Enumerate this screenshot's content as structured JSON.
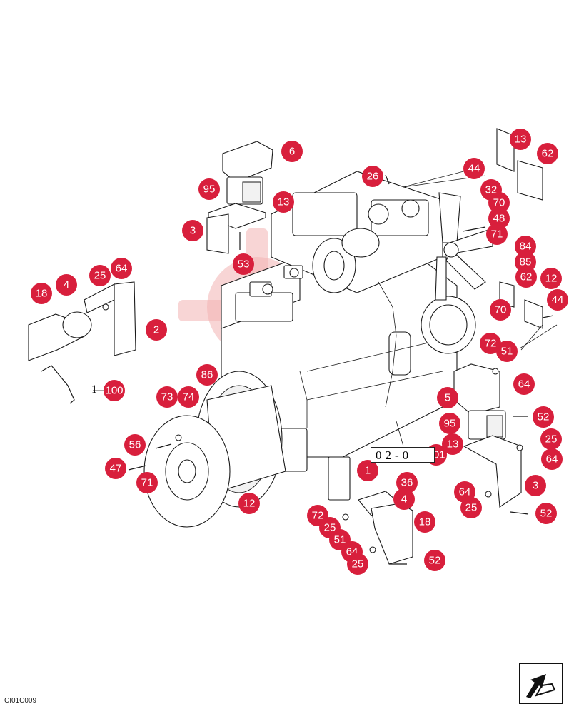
{
  "figure_code": "CI01C009",
  "reference_box_text": "02-0",
  "side_label_100": "1",
  "callouts": [
    {
      "label": "6"
    },
    {
      "label": "95"
    },
    {
      "label": "13"
    },
    {
      "label": "3"
    },
    {
      "label": "53"
    },
    {
      "label": "26"
    },
    {
      "label": "13"
    },
    {
      "label": "62"
    },
    {
      "label": "44"
    },
    {
      "label": "32"
    },
    {
      "label": "70"
    },
    {
      "label": "48"
    },
    {
      "label": "71"
    },
    {
      "label": "84"
    },
    {
      "label": "85"
    },
    {
      "label": "62"
    },
    {
      "label": "12"
    },
    {
      "label": "44"
    },
    {
      "label": "70"
    },
    {
      "label": "72"
    },
    {
      "label": "51"
    },
    {
      "label": "64"
    },
    {
      "label": "5"
    },
    {
      "label": "95"
    },
    {
      "label": "52"
    },
    {
      "label": "25"
    },
    {
      "label": "13"
    },
    {
      "label": "001"
    },
    {
      "label": "64"
    },
    {
      "label": "3"
    },
    {
      "label": "64"
    },
    {
      "label": "25"
    },
    {
      "label": "52"
    },
    {
      "label": "18"
    },
    {
      "label": "4"
    },
    {
      "label": "25"
    },
    {
      "label": "64"
    },
    {
      "label": "2"
    },
    {
      "label": "100"
    },
    {
      "label": "86"
    },
    {
      "label": "73"
    },
    {
      "label": "74"
    },
    {
      "label": "56"
    },
    {
      "label": "47"
    },
    {
      "label": "71"
    },
    {
      "label": "12"
    },
    {
      "label": "1"
    },
    {
      "label": "36"
    },
    {
      "label": "4"
    },
    {
      "label": "18"
    },
    {
      "label": "72"
    },
    {
      "label": "25"
    },
    {
      "label": "51"
    },
    {
      "label": "64"
    },
    {
      "label": "25"
    },
    {
      "label": "52"
    }
  ],
  "icons": {
    "nav": "next-page-arrow-icon"
  },
  "colors": {
    "callout": "#d81f3c",
    "watermark": "#f3b2b2"
  }
}
